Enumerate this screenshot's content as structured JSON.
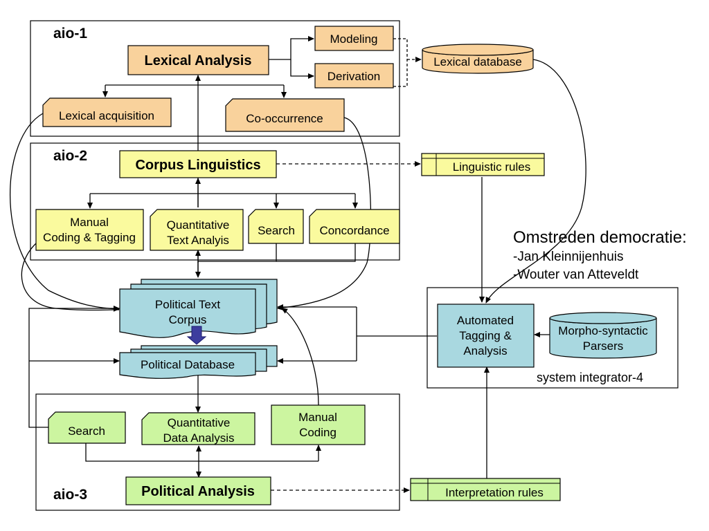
{
  "groups": {
    "aio1": "aio-1",
    "aio2": "aio-2",
    "aio3": "aio-3",
    "si4": "system integrator-4"
  },
  "nodes": {
    "lexical_analysis": "Lexical Analysis",
    "modeling": "Modeling",
    "derivation": "Derivation",
    "lexical_database": "Lexical database",
    "lexical_acquisition": "Lexical acquisition",
    "co_occurrence": "Co-occurrence",
    "corpus_linguistics": "Corpus Linguistics",
    "linguistic_rules": "Linguistic rules",
    "manual_coding_tagging": [
      "Manual",
      "Coding & Tagging"
    ],
    "quantitative_text_analysis": [
      "Quantitative",
      "Text Analyis"
    ],
    "search_aio2": "Search",
    "concordance": "Concordance",
    "political_text_corpus": [
      "Political Text",
      "Corpus"
    ],
    "political_database": "Political Database",
    "search_aio3": "Search",
    "quantitative_data_analysis": [
      "Quantitative",
      "Data Analysis"
    ],
    "manual_coding": [
      "Manual",
      "Coding"
    ],
    "political_analysis": "Political Analysis",
    "interpretation_rules": "Interpretation rules",
    "automated_tagging": [
      "Automated",
      "Tagging &",
      "Analysis"
    ],
    "morpho_parsers": [
      "Morpho-syntactic",
      "Parsers"
    ]
  },
  "side_note": {
    "title": "Omstreden democratie:",
    "authors": [
      "-Jan Kleinnijenhuis",
      "-Wouter van Atteveldt"
    ]
  },
  "colors": {
    "orange": "#f9d29c",
    "yellow": "#fafa9e",
    "cyan": "#a9d8e0",
    "green": "#ccf5a0",
    "blue_arrow": "#3d3d9e"
  }
}
